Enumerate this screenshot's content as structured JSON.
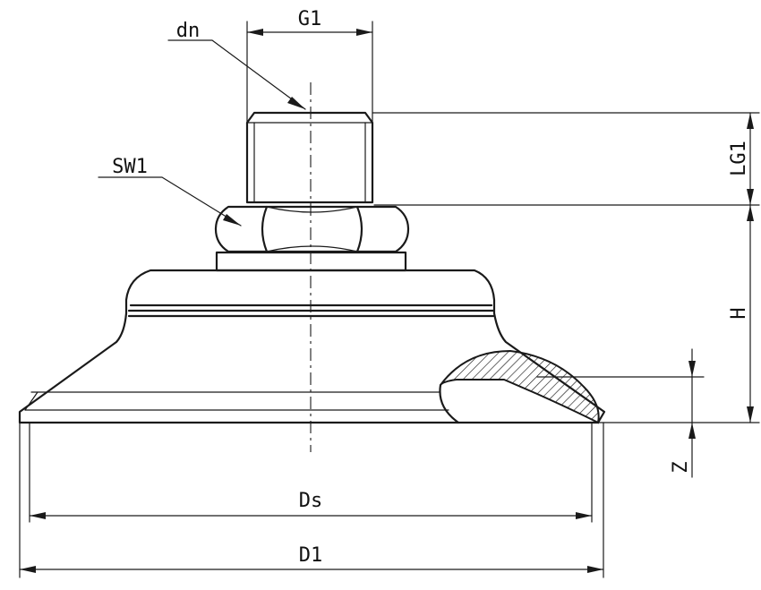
{
  "labels": {
    "g1": "G1",
    "dn": "dn",
    "sw1": "SW1",
    "lg1": "LG1",
    "h": "H",
    "z": "Z",
    "ds": "Ds",
    "d1": "D1"
  },
  "colors": {
    "line": "#1a1a1a",
    "background": "#ffffff"
  }
}
